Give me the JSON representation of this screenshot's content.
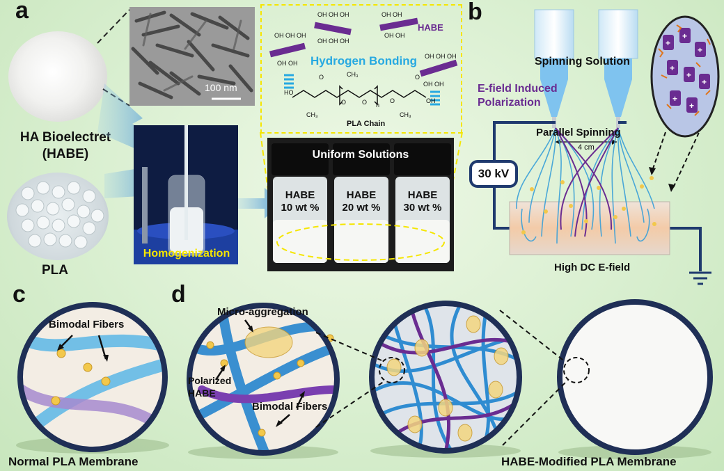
{
  "panels": {
    "a": "a",
    "b": "b",
    "c": "c",
    "d": "d"
  },
  "panel_a": {
    "ha_label_line1": "HA Bioelectret",
    "ha_label_line2": "(HABE)",
    "pla_label": "PLA",
    "scale_bar": "100 nm",
    "homogenization": "Homogenization",
    "habe_tag": "HABE",
    "hydrogen_bonding": "Hydrogen Bonding",
    "pla_chain": "PLA Chain",
    "uniform_solutions": "Uniform Solutions",
    "vials": [
      {
        "name": "HABE",
        "conc": "10 wt %"
      },
      {
        "name": "HABE",
        "conc": "20 wt %"
      },
      {
        "name": "HABE",
        "conc": "30 wt %"
      }
    ]
  },
  "panel_b": {
    "spinning_solution": "Spinning Solution",
    "efield_line1": "E-field Induced",
    "efield_line2": "Polarization",
    "parallel_spinning": "Parallel Spinning",
    "distance": "4 cm",
    "voltage": "30 kV",
    "high_dc": "High DC E-field"
  },
  "panel_c": {
    "bimodal_fibers": "Bimodal Fibers",
    "caption": "Normal PLA Membrane"
  },
  "panel_d": {
    "micro_aggregation": "Micro-aggregation",
    "polarized_line1": "Polarized",
    "polarized_line2": "HABE",
    "bimodal_fibers": "Bimodal Fibers",
    "caption": "HABE-Modified PLA Membrane"
  },
  "colors": {
    "purple": "#6a2c91",
    "cyan": "#27a9e1",
    "yellow_dash": "#f5e600",
    "navy": "#1f3a6e",
    "fiber_blue": "#3a8fd0",
    "gold": "#f2c84b"
  }
}
